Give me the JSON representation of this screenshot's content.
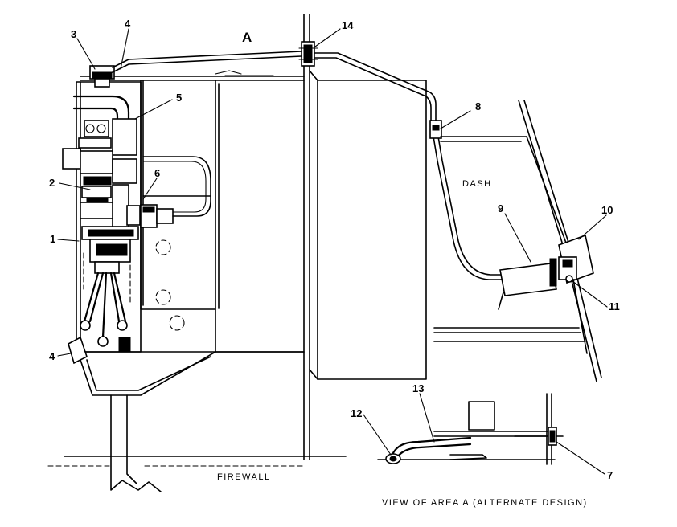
{
  "callouts": {
    "c1": "1",
    "c2": "2",
    "c3": "3",
    "c4a": "4",
    "c4b": "4",
    "c5": "5",
    "c6": "6",
    "c7": "7",
    "c8": "8",
    "c9": "9",
    "c10": "10",
    "c11": "11",
    "c12": "12",
    "c13": "13",
    "c14": "14"
  },
  "labels": {
    "view_marker": "A",
    "dash": "DASH",
    "firewall": "FIREWALL",
    "view_caption": "VIEW OF AREA A (ALTERNATE DESIGN)"
  }
}
